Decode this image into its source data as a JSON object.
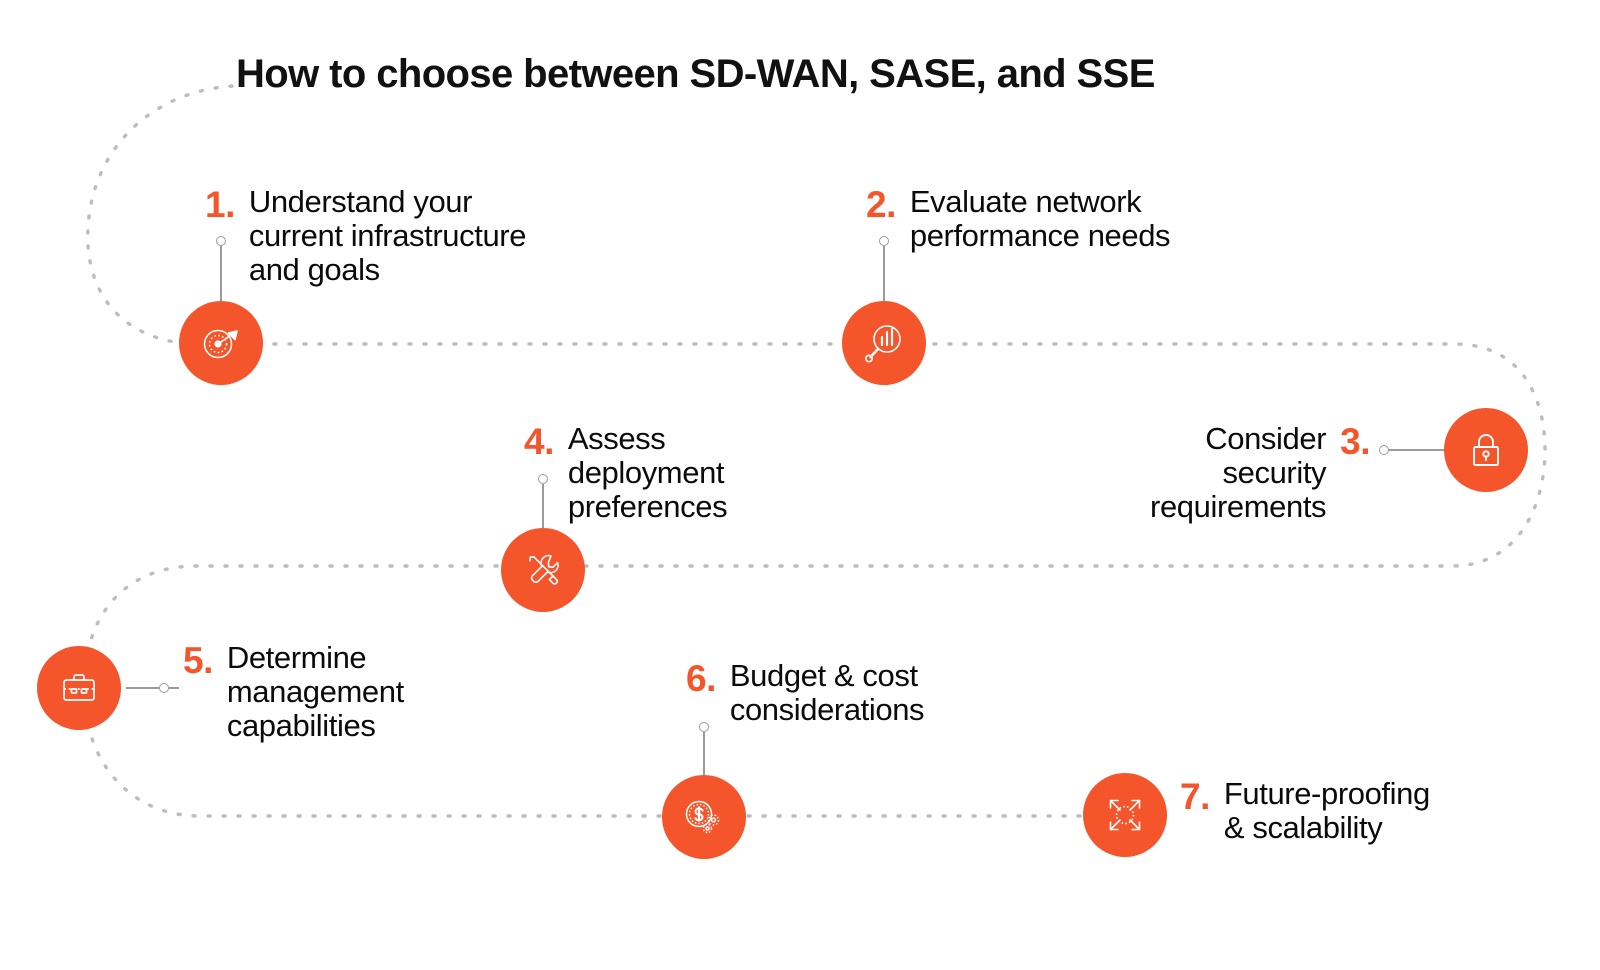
{
  "title": "How to choose between SD-WAN, SASE, and SSE",
  "theme": {
    "accent": "#F4552B",
    "text": "#0b0b0b",
    "connector": "#9b9b9b",
    "dashed_path": "#bdbdbd",
    "background": "#ffffff"
  },
  "steps": [
    {
      "number": "1.",
      "label": "Understand your\ncurrent infrastructure\nand goals",
      "icon": "target-arrow-icon"
    },
    {
      "number": "2.",
      "label": "Evaluate network\nperformance needs",
      "icon": "magnifier-bar-chart-icon"
    },
    {
      "number": "3.",
      "label": "Consider\nsecurity\nrequirements",
      "icon": "padlock-icon"
    },
    {
      "number": "4.",
      "label": "Assess\ndeployment\npreferences",
      "icon": "wrench-screwdriver-icon"
    },
    {
      "number": "5.",
      "label": "Determine\nmanagement\ncapabilities",
      "icon": "briefcase-icon"
    },
    {
      "number": "6.",
      "label": "Budget & cost\nconsiderations",
      "icon": "dollar-coin-gears-icon"
    },
    {
      "number": "7.",
      "label": "Future-proofing\n& scalability",
      "icon": "expand-arrows-icon"
    }
  ]
}
